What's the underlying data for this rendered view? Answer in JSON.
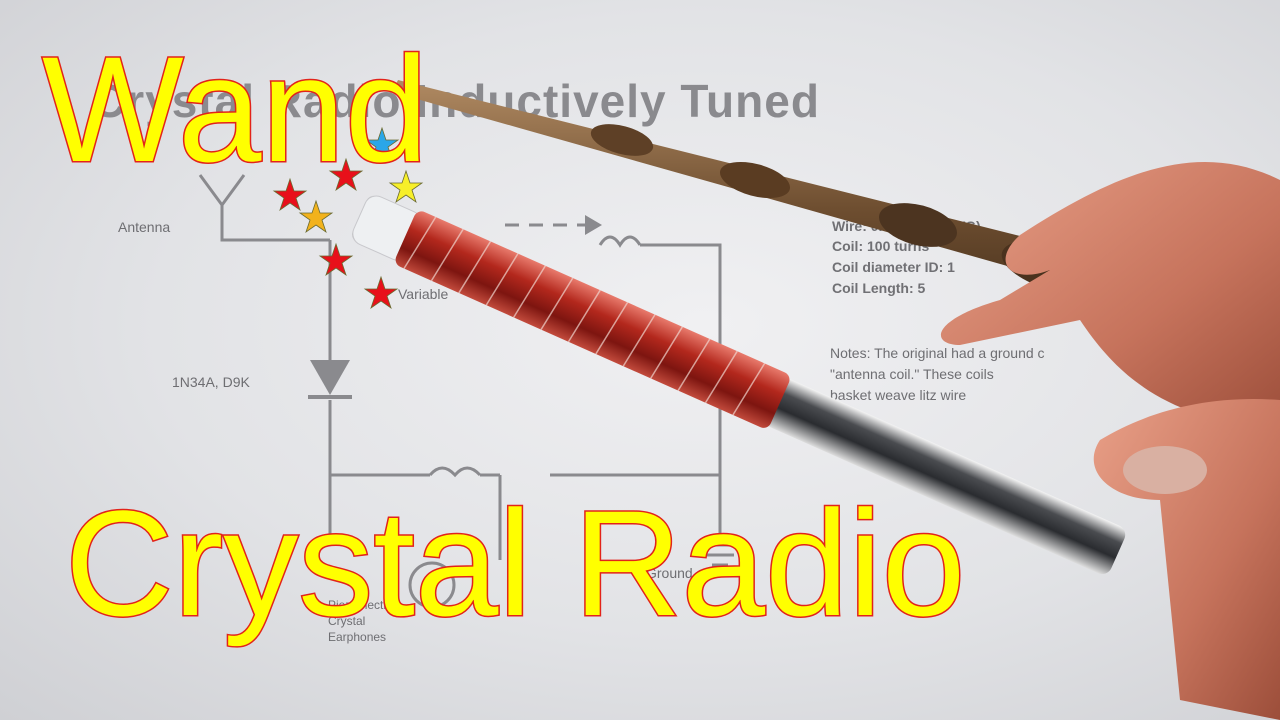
{
  "title_line1": "Wand",
  "title_line2": "Crystal Radio",
  "schematic": {
    "heading": "Crystal Radio Inductively Tuned",
    "antenna_label": "Antenna",
    "variable_label": "Variable",
    "diode_label": "1N34A, D9K",
    "ground_label": "Ground",
    "earphone_label_1": "Piezoelectric",
    "earphone_label_2": "Crystal",
    "earphone_label_3": "Earphones",
    "spec_wire": "Wire: 0.5mm (24 AWG)",
    "spec_coil": "Coil: 100 turns",
    "spec_diameter": "Coil diameter ID: 1",
    "spec_length": "Coil Length: 5",
    "notes_1": "Notes: The original had a ground c",
    "notes_2": "\"antenna coil.\" These coils",
    "notes_3": "basket weave litz wire"
  },
  "colors": {
    "title_fill": "#ffff00",
    "title_stroke": "#e2231a",
    "copper": "#a8261c",
    "wand": "#7a5a3a",
    "star_red": "#e8101a",
    "star_blue": "#2aa6e8",
    "star_yellow": "#f7ef2a",
    "star_orange": "#f2b21c"
  }
}
